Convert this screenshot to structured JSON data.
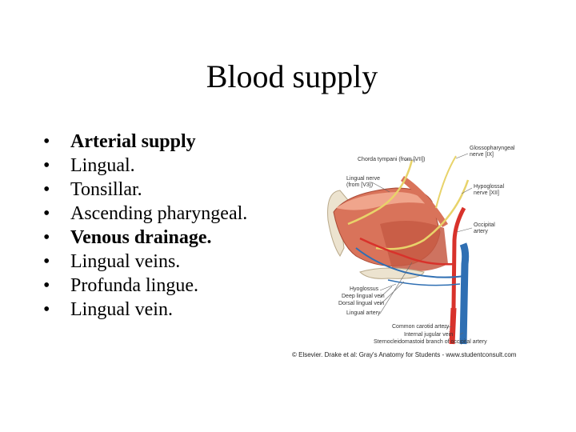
{
  "slide": {
    "title": "Blood supply",
    "bullets": [
      {
        "text": "Arterial supply",
        "bold": true
      },
      {
        "text": "Lingual.",
        "bold": false
      },
      {
        "text": "Tonsillar.",
        "bold": false
      },
      {
        "text": "Ascending pharyngeal.",
        "bold": false
      },
      {
        "text": "Venous drainage.",
        "bold": true
      },
      {
        "text": "Lingual veins.",
        "bold": false
      },
      {
        "text": "Profunda lingue.",
        "bold": false
      },
      {
        "text": "Lingual vein.",
        "bold": false
      }
    ],
    "bullet_glyph": "•"
  },
  "figure": {
    "labels": {
      "glossopharyngeal": "Glossopharyngeal\nnerve [IX]",
      "chorda": "Chorda tympani (from [VII])",
      "lingual_nerve": "Lingual nerve\n(from [V3])",
      "hypoglossal": "Hypoglossal\nnerve [XII]",
      "occipital": "Occipital\nartery",
      "hyoglossus": "Hyoglossus",
      "deep_lingual_vein": "Deep lingual vein",
      "dorsal_lingual_vein": "Dorsal lingual vein",
      "lingual_artery": "Lingual artery",
      "common_carotid": "Common carotid artery",
      "internal_jugular": "Internal jugular vein",
      "sternocleidomastoid": "Sternocleidomastoid branch of occipital artery"
    },
    "caption": "© Elsevier. Drake et al: Gray's Anatomy for Students - www.studentconsult.com",
    "colors": {
      "muscle": "#d9735a",
      "muscle_light": "#f0a58c",
      "nerve": "#e8d36a",
      "artery": "#d8322b",
      "vein": "#2f6fb3",
      "bone": "#ece3cf"
    }
  }
}
